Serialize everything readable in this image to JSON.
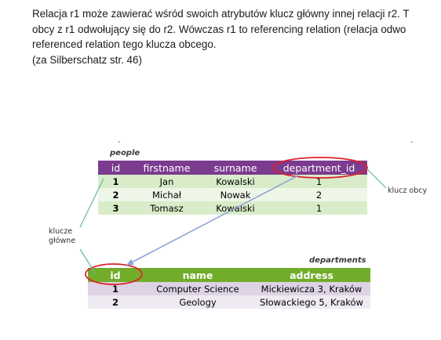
{
  "paragraph": {
    "lines": [
      "Relacja r1 może zawierać wśród swoich atrybutów klucz główny innej relacji r2. T",
      "obcy z r1 odwołujący się do r2. Wówczas r1 to referencing relation (relacja odwo",
      "referenced relation tego klucza obcego.",
      "(za Silberschatz str. 46)"
    ]
  },
  "people": {
    "caption": "people",
    "headers": [
      "id",
      "firstname",
      "surname",
      "department_id"
    ],
    "rows": [
      [
        "1",
        "Jan",
        "Kowalski",
        "1"
      ],
      [
        "2",
        "Michał",
        "Nowak",
        "2"
      ],
      [
        "3",
        "Tomasz",
        "Kowalski",
        "1"
      ]
    ]
  },
  "departments": {
    "caption": "departments",
    "headers": [
      "id",
      "name",
      "address"
    ],
    "rows": [
      [
        "1",
        "Computer Science",
        "Mickiewicza 3, Kraków"
      ],
      [
        "2",
        "Geology",
        "Słowackiego 5, Kraków"
      ]
    ]
  },
  "annotations": {
    "foreign_key": "klucz obcy",
    "primary_keys_line1": "klucze",
    "primary_keys_line2": "główne",
    "highlight_color": "#e0212b",
    "line_color": "#5fb9a0",
    "arrow_color": "#8fa6d6"
  }
}
